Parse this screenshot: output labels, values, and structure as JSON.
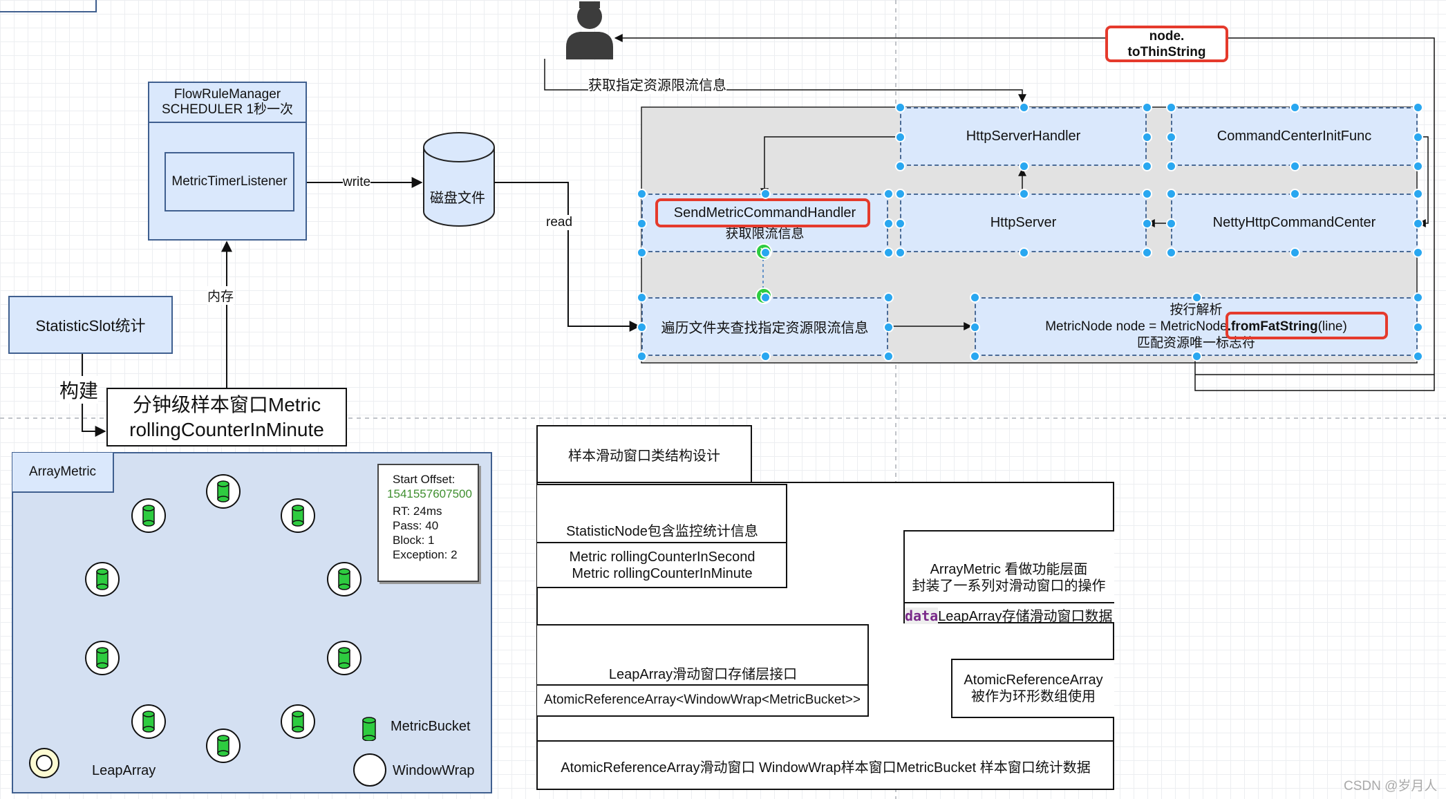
{
  "diagram": {
    "top": {
      "flow_rule_manager": {
        "line1": "FlowRuleManager",
        "line2": "SCHEDULER 1秒一次",
        "timer_listener": "MetricTimerListener"
      },
      "disk_file": "磁盘文件",
      "edge_write": "write",
      "edge_read": "read",
      "edge_memory": "内存",
      "statistic_slot": "StatisticSlot统计",
      "edge_build": "构建",
      "rolling_counter": {
        "line1": "分钟级样本窗口Metric",
        "line2": "rollingCounterInMinute"
      },
      "get_resource_info": "获取指定资源限流信息",
      "to_thin_string": {
        "line1": "node.",
        "line2": "toThinString"
      },
      "http_server_handler": "HttpServerHandler",
      "command_center_init_func": "CommandCenterInitFunc",
      "send_metric_command_handler": "SendMetricCommandHandler",
      "get_flow_info": "获取限流信息",
      "http_server": "HttpServer",
      "netty_http_command_center": "NettyHttpCommandCenter",
      "traverse_folder": "遍历文件夹查找指定资源限流信息",
      "parse": {
        "line1": "按行解析",
        "line2_prefix": "MetricNode node = MetricNode",
        "line2_method": ".fromFatString",
        "line2_suffix": "(line)",
        "line3": "匹配资源唯一标志符"
      }
    },
    "array_metric": {
      "title": "ArrayMetric",
      "info": {
        "start_offset_label": "Start Offset:",
        "start_offset_value": "1541557607500",
        "rt": "RT: 24ms",
        "pass": "Pass: 40",
        "block": "Block: 1",
        "exception": "Exception: 2"
      },
      "legend": {
        "metric_bucket": "MetricBucket",
        "leap_array": "LeapArray",
        "window_wrap": "WindowWrap"
      }
    },
    "class_design": {
      "title": "样本滑动窗口类结构设计",
      "statistic_node": "StatisticNode包含监控统计信息",
      "metrics": {
        "line1": "Metric rollingCounterInSecond",
        "line2": "Metric rollingCounterInMinute"
      },
      "array_metric_desc": {
        "line1": "ArrayMetric 看做功能层面",
        "line2": "封装了一系列对滑动窗口的操作"
      },
      "data_field": {
        "keyword": "data",
        "text": "LeapArray存储滑动窗口数据"
      },
      "leap_array": "LeapArray滑动窗口存储层接口",
      "atomic_generic": "AtomicReferenceArray<WindowWrap<MetricBucket>>",
      "atomic_desc": {
        "line1": "AtomicReferenceArray",
        "line2": "被作为环形数组使用"
      },
      "footer": "AtomicReferenceArray滑动窗口 WindowWrap样本窗口MetricBucket 样本窗口统计数据"
    },
    "watermark": "CSDN @岁月人"
  },
  "colors": {
    "box_fill": "#dae8fc",
    "box_border": "#3f5f8f",
    "highlight_red": "#e53a2c",
    "handle_blue": "#29a7f0",
    "ring_fill": "#fdfbd3",
    "bucket_green": "#2ecc40",
    "offset_green": "#3f8f2f",
    "group_gray": "#e2e2e2",
    "panel_bg": "#d4e0f2"
  },
  "icons": [
    "user-icon",
    "cylinder-icon",
    "cancel-icon",
    "bucket-icon"
  ]
}
